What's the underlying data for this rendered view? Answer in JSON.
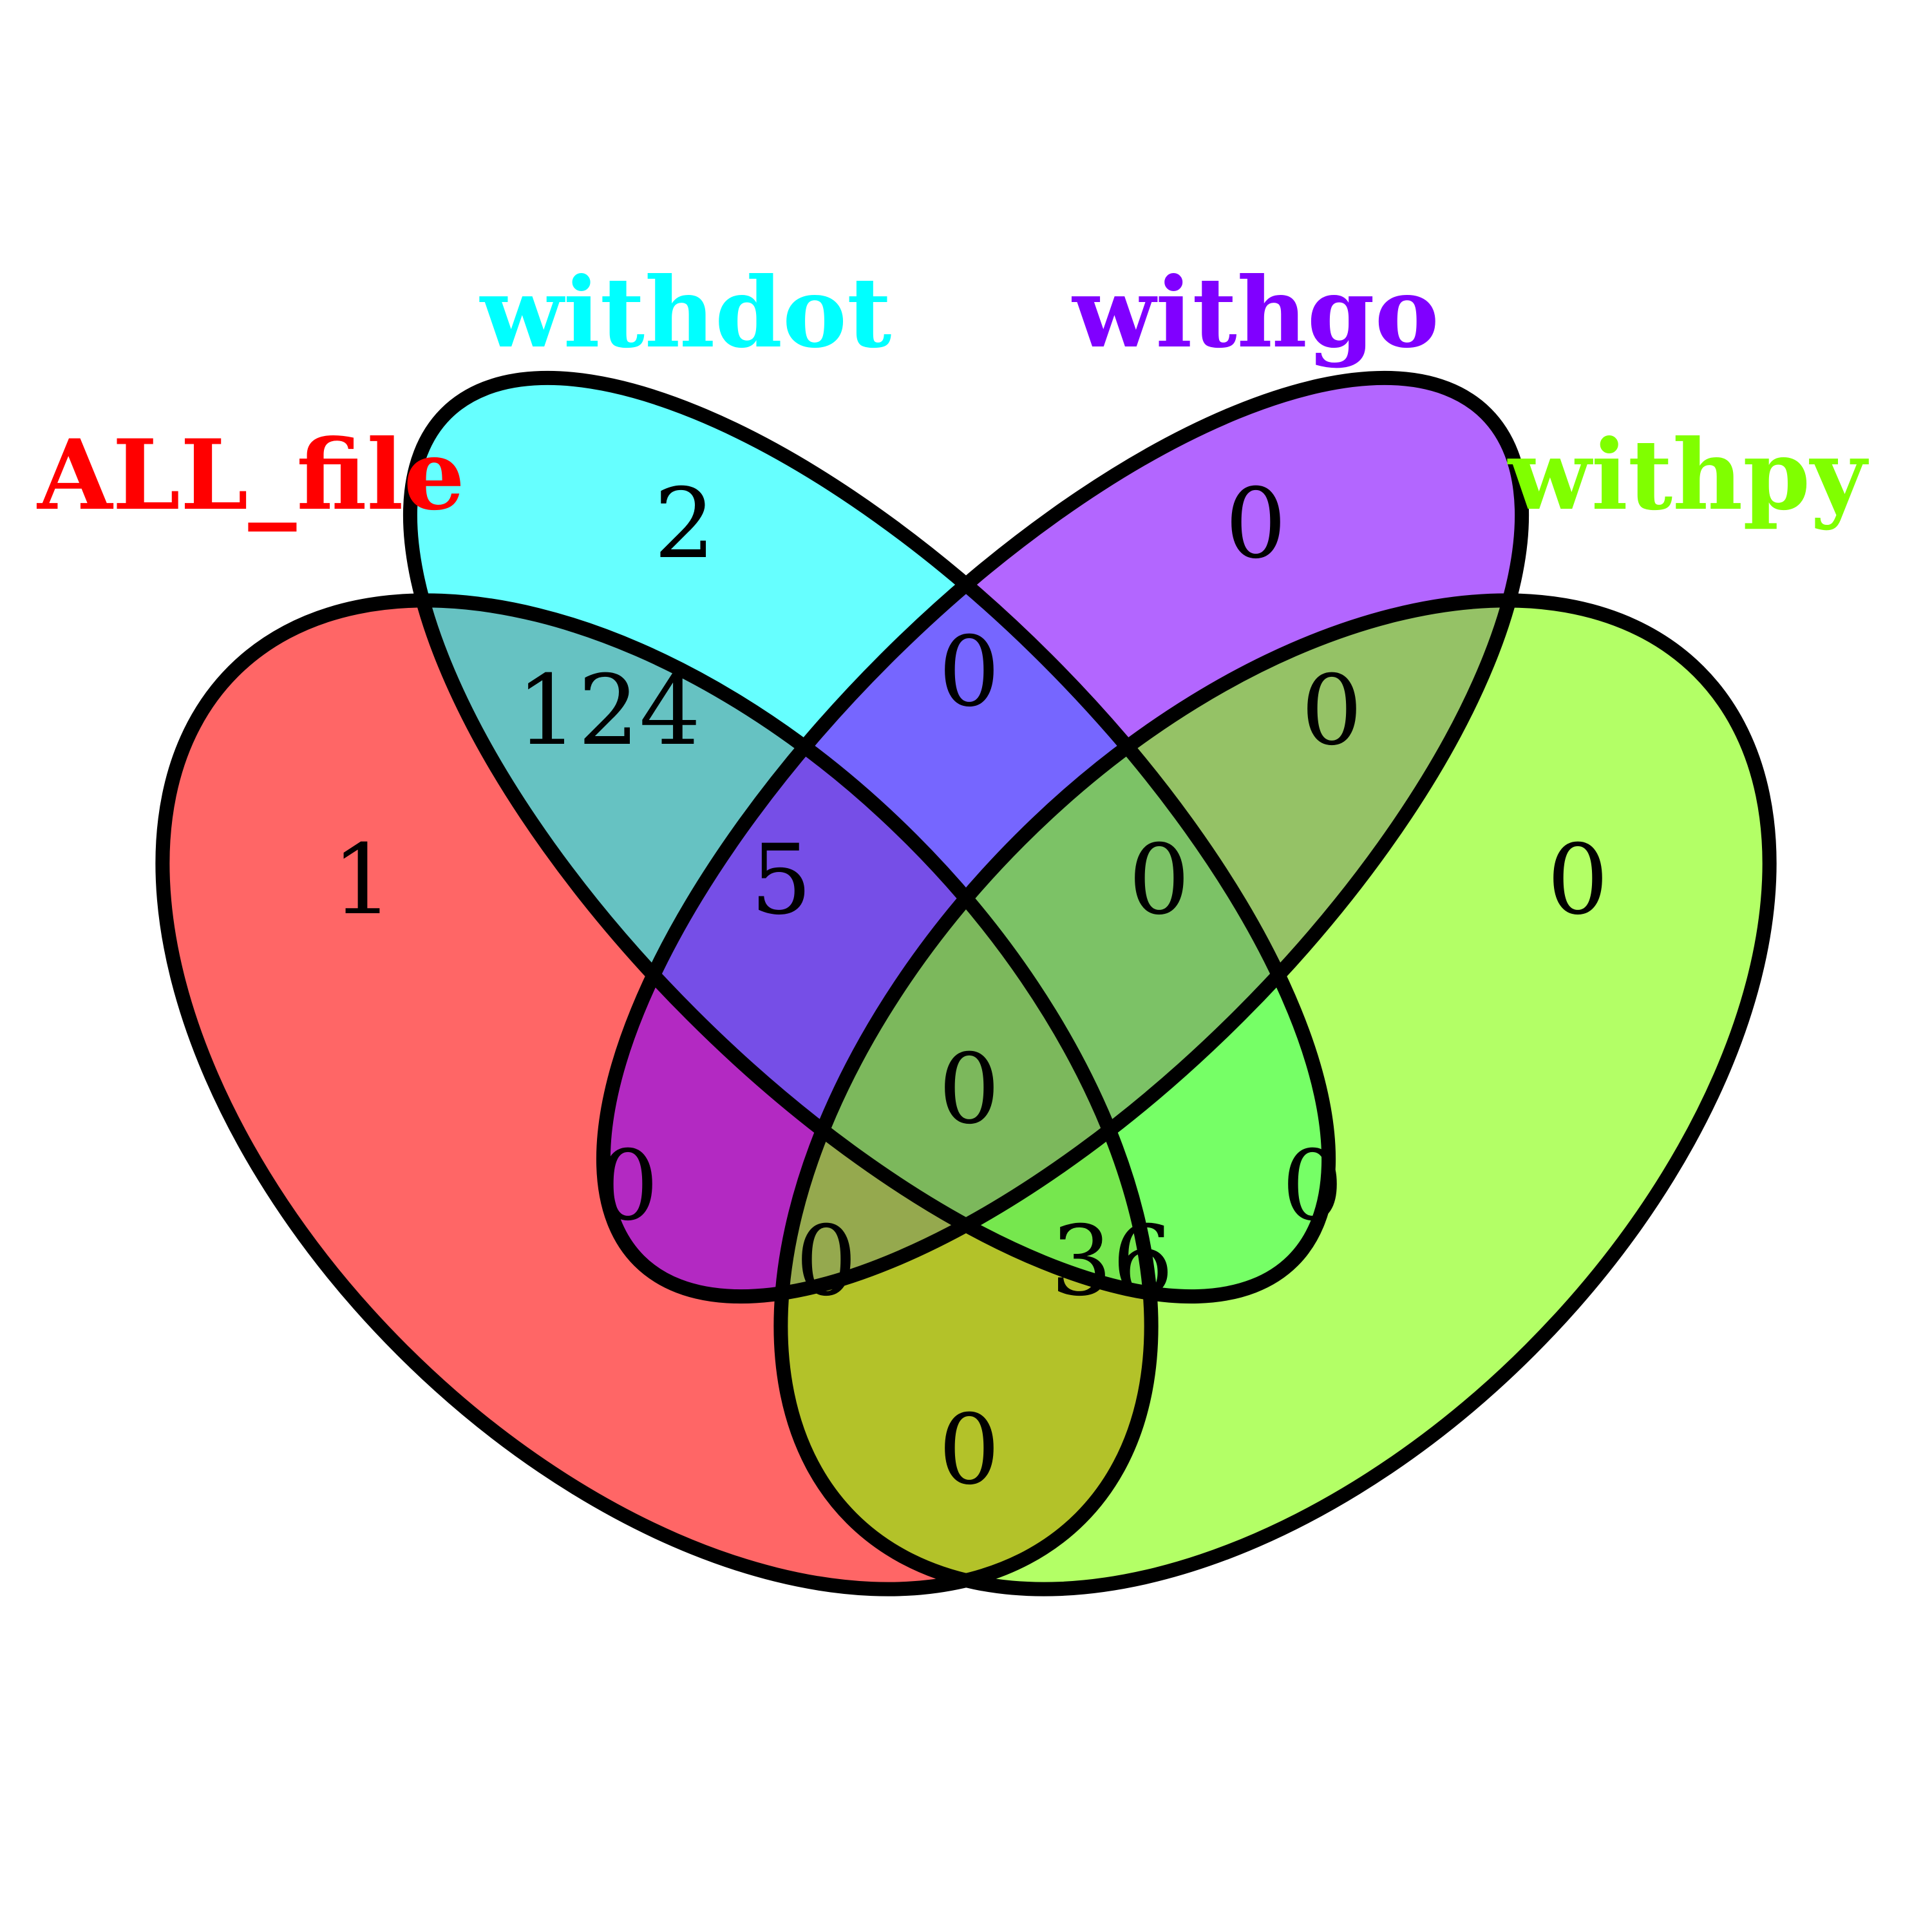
{
  "diagram": {
    "type": "venn-4",
    "sets": [
      {
        "name": "ALL_file",
        "color": "#ff0000"
      },
      {
        "name": "withdot",
        "color": "#00ffff"
      },
      {
        "name": "withgo",
        "color": "#8000ff"
      },
      {
        "name": "withpy",
        "color": "#80ff00"
      }
    ],
    "regions": {
      "all_file_only": "1",
      "withdot_only": "2",
      "withgo_only": "0",
      "withpy_only": "0",
      "all_file_withdot": "124",
      "withdot_withgo": "0",
      "withgo_withpy": "0",
      "all_file_withdot_withgo": "5",
      "withdot_withgo_withpy": "0",
      "all_file_withdot_withgo_withpy": "0",
      "all_file_withgo": "0",
      "withdot_withpy": "0",
      "all_file_withgo_withpy": "0",
      "all_file_withdot_withpy": "36",
      "all_file_withpy": "0"
    }
  }
}
